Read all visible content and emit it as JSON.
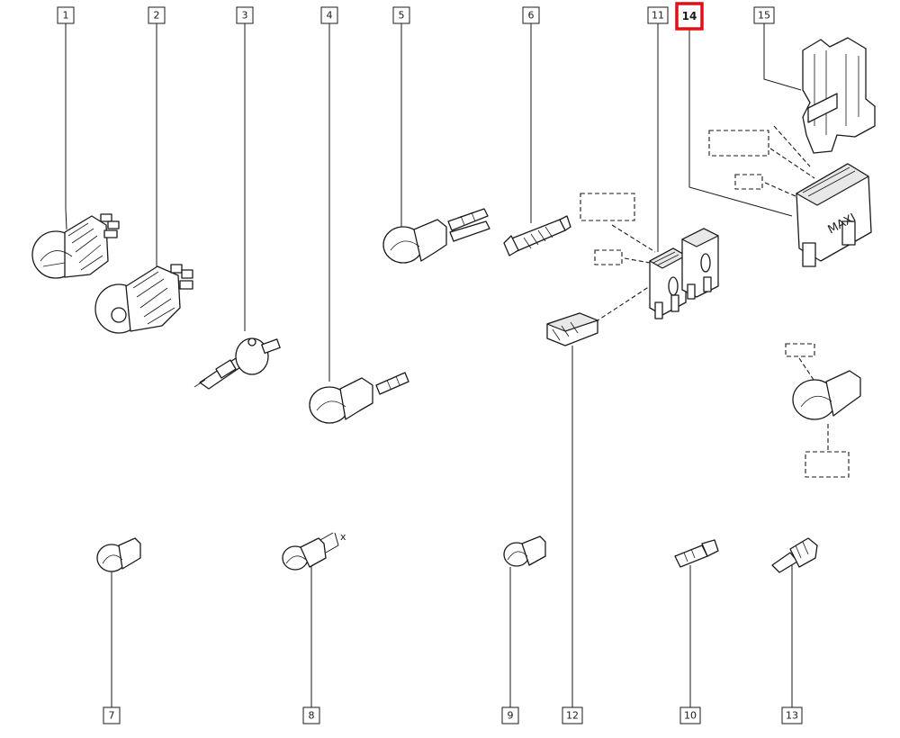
{
  "callouts": [
    {
      "id": "1",
      "label": "1",
      "highlighted": false
    },
    {
      "id": "2",
      "label": "2",
      "highlighted": false
    },
    {
      "id": "3",
      "label": "3",
      "highlighted": false
    },
    {
      "id": "4",
      "label": "4",
      "highlighted": false
    },
    {
      "id": "5",
      "label": "5",
      "highlighted": false
    },
    {
      "id": "6",
      "label": "6",
      "highlighted": false
    },
    {
      "id": "11",
      "label": "11",
      "highlighted": false
    },
    {
      "id": "14",
      "label": "14",
      "highlighted": true
    },
    {
      "id": "15",
      "label": "15",
      "highlighted": false
    },
    {
      "id": "7",
      "label": "7",
      "highlighted": false
    },
    {
      "id": "8",
      "label": "8",
      "highlighted": false
    },
    {
      "id": "9",
      "label": "9",
      "highlighted": false
    },
    {
      "id": "12",
      "label": "12",
      "highlighted": false
    },
    {
      "id": "10",
      "label": "10",
      "highlighted": false
    },
    {
      "id": "13",
      "label": "13",
      "highlighted": false
    }
  ],
  "labels": {
    "maxi_fuse_text": "MAXI",
    "dimension_mark": "x"
  },
  "colors": {
    "highlight": "#e0101a",
    "line": "#1a1a1a"
  }
}
